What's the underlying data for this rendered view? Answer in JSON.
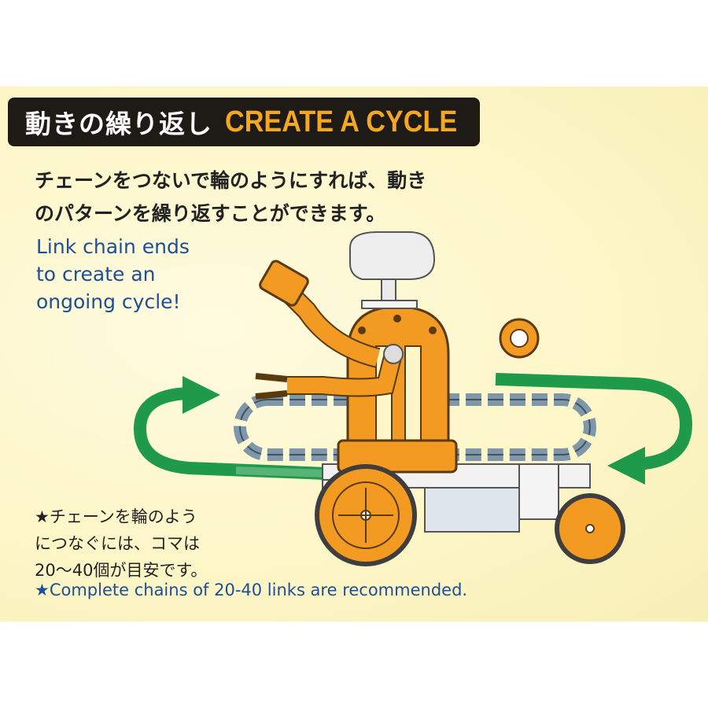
{
  "header": {
    "title_jp": "動きの繰り返し",
    "title_en": "CREATE A CYCLE"
  },
  "description": {
    "jp_line1": "チェーンをつないで輪のようにすれば、動き",
    "jp_line2": "のパターンを繰り返すことができます。",
    "en_line1": "Link chain ends",
    "en_line2": "to create an",
    "en_line3": "ongoing cycle!"
  },
  "note": {
    "jp_line1": "★チェーンを輪のよう",
    "jp_line2": "につなぐには、コマは",
    "jp_line3": "20～40個が目安です。",
    "en": "★Complete chains of 20-40 links are recommended."
  },
  "colors": {
    "header_bg": "#1e1a16",
    "title_en": "#f3a81f",
    "english_text": "#1d4f95",
    "robot_orange": "#f29a22",
    "arrow_green": "#1f9a4a",
    "chain_gray": "#7f97a8"
  },
  "icons": [
    "cycle-arrow-left-icon",
    "cycle-arrow-right-icon",
    "robot-illustration"
  ]
}
